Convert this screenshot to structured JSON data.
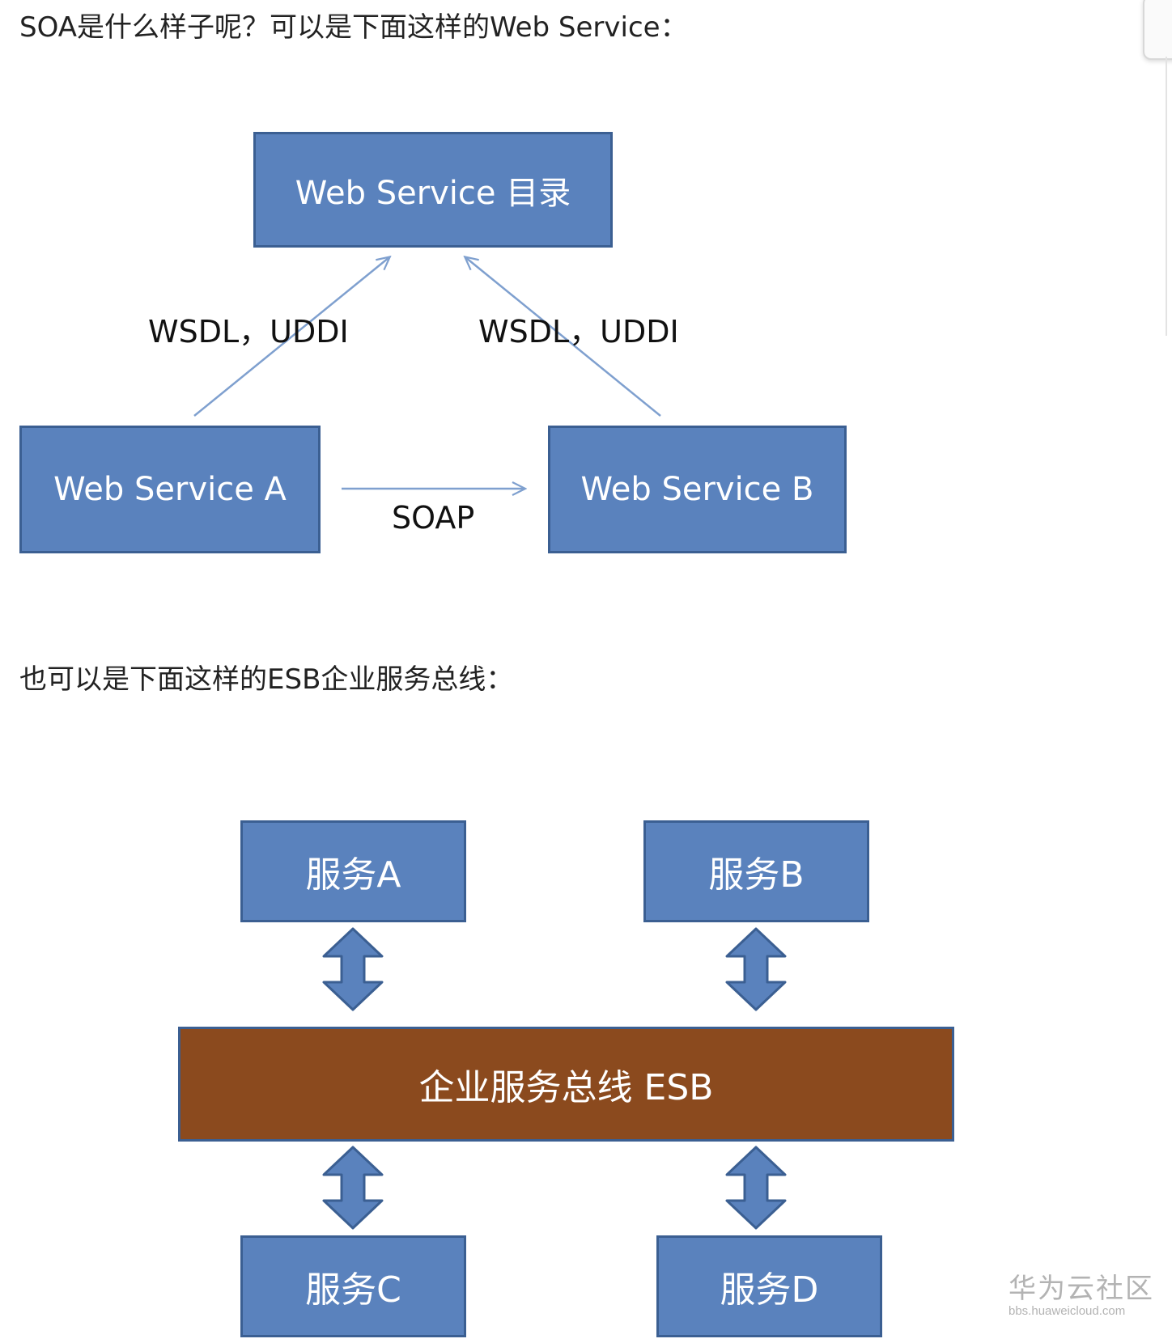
{
  "text": {
    "intro_1": "SOA是什么样子呢？可以是下面这样的Web Service：",
    "intro_2": "也可以是下面这样的ESB企业服务总线："
  },
  "diagram_web_service": {
    "registry_box": "Web Service 目录",
    "service_a_box": "Web Service A",
    "service_b_box": "Web Service B",
    "left_edge_label": "WSDL，UDDI",
    "right_edge_label": "WSDL，UDDI",
    "soap_label": "SOAP",
    "edges": [
      {
        "from": "Web Service A",
        "to": "Web Service 目录",
        "label": "WSDL，UDDI"
      },
      {
        "from": "Web Service B",
        "to": "Web Service 目录",
        "label": "WSDL，UDDI"
      },
      {
        "from": "Web Service A",
        "to": "Web Service B",
        "label": "SOAP"
      }
    ]
  },
  "diagram_esb": {
    "bus_label": "企业服务总线 ESB",
    "service_a": "服务A",
    "service_b": "服务B",
    "service_c": "服务C",
    "service_d": "服务D",
    "connections": [
      "服务A ↔ 企业服务总线 ESB",
      "服务B ↔ 企业服务总线 ESB",
      "服务C ↔ 企业服务总线 ESB",
      "服务D ↔ 企业服务总线 ESB"
    ]
  },
  "watermark": {
    "name": "华为云社区",
    "url": "bbs.huaweicloud.com"
  },
  "colors": {
    "box_fill": "#5a82bd",
    "box_border": "#3b5f92",
    "bus_fill": "#8b4a1e",
    "edge_line": "#7fa0cf"
  },
  "icons": {
    "bidirectional_arrow": "double-vertical-arrow-icon"
  }
}
